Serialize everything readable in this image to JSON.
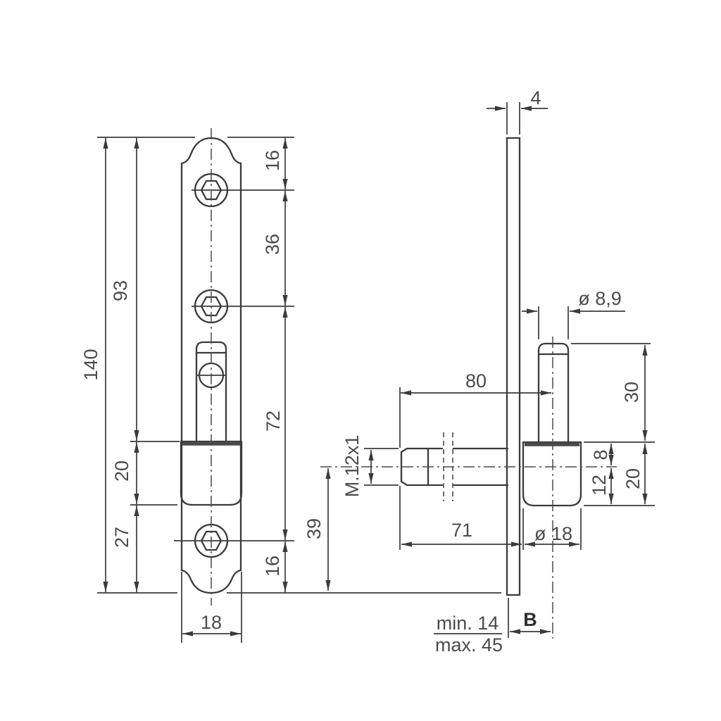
{
  "drawing": {
    "kind": "technical dimension drawing, two orthographic views of a hinge pin fitting",
    "background_color": "#ffffff",
    "line_color": "#3b3b3b",
    "text_color": "#4c4c4c"
  },
  "dims": {
    "overall_length": "140",
    "upper_section": "93",
    "knuckle_front": "20",
    "lower_section": "27",
    "top_to_hole": "16",
    "hole_spacing": "36",
    "hole_span": "72",
    "bottom_to_hole": "16",
    "plate_width": "18",
    "frame_thickness": "4",
    "pin_diameter": "ø 8,9",
    "shaft_to_axis": "80",
    "pin_length": "30",
    "above_axis": "8",
    "below_axis": "12",
    "knuckle_height": "20",
    "knuckle_diameter": "ø 18",
    "shaft_to_knuckle": "71",
    "thread": "M.12x1",
    "axis_height": "39",
    "backset": "B",
    "backset_min": "min. 14",
    "backset_max": "max. 45"
  }
}
